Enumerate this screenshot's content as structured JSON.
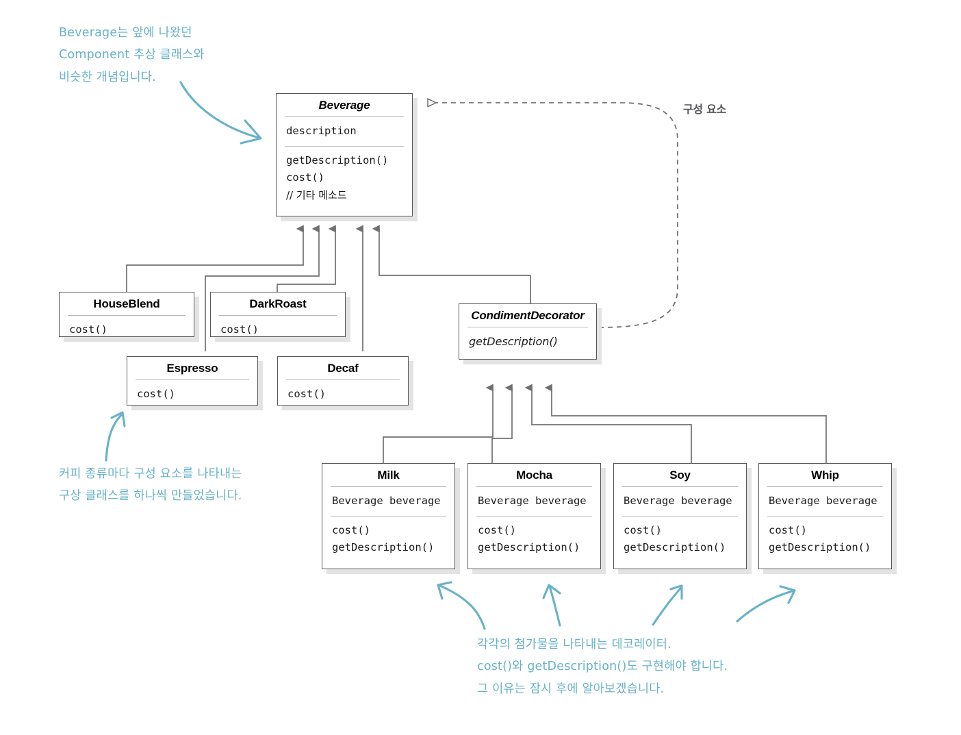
{
  "diagram": {
    "title": "Decorator Pattern - Beverage class diagram",
    "colors": {
      "note_blue": "#67b2c8",
      "line_gray": "#6e7072",
      "box_border": "#58585a",
      "shadow": "#e3e3e3",
      "separator": "#b6b6b6"
    }
  },
  "classes": {
    "beverage": {
      "name": "Beverage",
      "abstract": true,
      "attributes": [
        "description"
      ],
      "methods": [
        "getDescription()",
        "cost()",
        "// 기타 메소드"
      ]
    },
    "house_blend": {
      "name": "HouseBlend",
      "abstract": false,
      "attributes": [],
      "methods": [
        "cost()"
      ]
    },
    "dark_roast": {
      "name": "DarkRoast",
      "abstract": false,
      "attributes": [],
      "methods": [
        "cost()"
      ]
    },
    "espresso": {
      "name": "Espresso",
      "abstract": false,
      "attributes": [],
      "methods": [
        "cost()"
      ]
    },
    "decaf": {
      "name": "Decaf",
      "abstract": false,
      "attributes": [],
      "methods": [
        "cost()"
      ]
    },
    "condiment_decorator": {
      "name": "CondimentDecorator",
      "abstract": true,
      "attributes": [],
      "methods": [
        "getDescription()"
      ]
    },
    "milk": {
      "name": "Milk",
      "abstract": false,
      "attributes": [
        "Beverage beverage"
      ],
      "methods": [
        "cost()",
        "getDescription()"
      ]
    },
    "mocha": {
      "name": "Mocha",
      "abstract": false,
      "attributes": [
        "Beverage beverage"
      ],
      "methods": [
        "cost()",
        "getDescription()"
      ]
    },
    "soy": {
      "name": "Soy",
      "abstract": false,
      "attributes": [
        "Beverage beverage"
      ],
      "methods": [
        "cost()",
        "getDescription()"
      ]
    },
    "whip": {
      "name": "Whip",
      "abstract": false,
      "attributes": [
        "Beverage beverage"
      ],
      "methods": [
        "cost()",
        "getDescription()"
      ]
    }
  },
  "labels": {
    "component": "구성 요소"
  },
  "notes": {
    "top_left": "Beverage는 앞에 나왔던\nComponent 추상 클래스와\n비슷한 개념입니다.",
    "mid_left": "커피 종류마다 구성 요소를 나타내는\n구상 클래스를 하나씩 만들었습니다.",
    "bottom": "각각의 첨가물을 나타내는 데코레이터.\ncost()와 getDescription()도 구현해야 합니다.\n그 이유는 잠시 후에 알아보겠습니다."
  },
  "relations": [
    {
      "from": "HouseBlend",
      "to": "Beverage",
      "type": "generalization"
    },
    {
      "from": "DarkRoast",
      "to": "Beverage",
      "type": "generalization"
    },
    {
      "from": "Espresso",
      "to": "Beverage",
      "type": "generalization"
    },
    {
      "from": "Decaf",
      "to": "Beverage",
      "type": "generalization"
    },
    {
      "from": "CondimentDecorator",
      "to": "Beverage",
      "type": "generalization"
    },
    {
      "from": "CondimentDecorator",
      "to": "Beverage",
      "type": "realization-dashed",
      "label": "구성 요소"
    },
    {
      "from": "Milk",
      "to": "CondimentDecorator",
      "type": "generalization"
    },
    {
      "from": "Mocha",
      "to": "CondimentDecorator",
      "type": "generalization"
    },
    {
      "from": "Soy",
      "to": "CondimentDecorator",
      "type": "generalization"
    },
    {
      "from": "Whip",
      "to": "CondimentDecorator",
      "type": "generalization"
    }
  ]
}
